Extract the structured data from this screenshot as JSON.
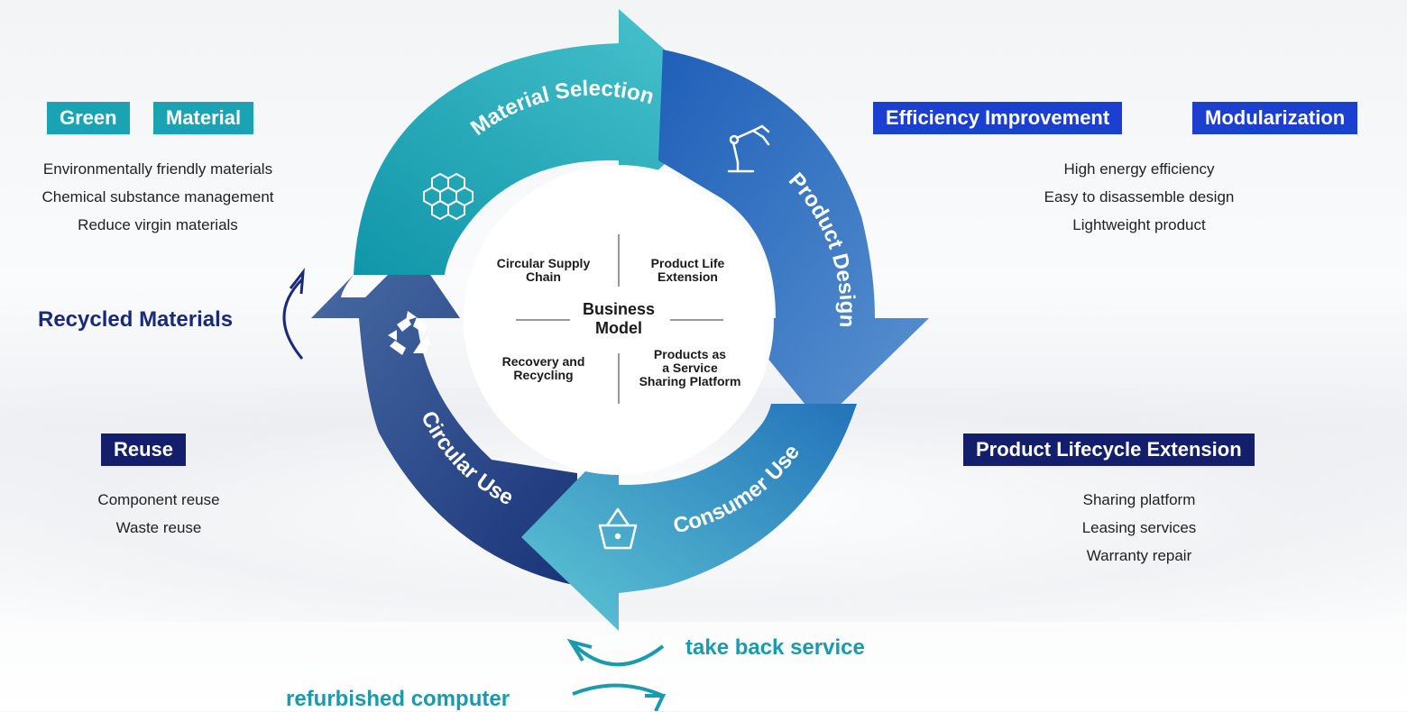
{
  "left_top": {
    "tags": [
      "Green",
      "Material"
    ],
    "items": [
      "Environmentally friendly materials",
      "Chemical substance management",
      "Reduce virgin materials"
    ]
  },
  "right_top": {
    "tags": [
      "Efficiency Improvement",
      "Modularization"
    ],
    "items": [
      "High energy efficiency",
      "Easy to disassemble design",
      "Lightweight product"
    ]
  },
  "left_bottom": {
    "tags": [
      "Reuse"
    ],
    "items": [
      "Component reuse",
      "Waste reuse"
    ]
  },
  "right_bottom": {
    "tags": [
      "Product Lifecycle Extension"
    ],
    "items": [
      "Sharing platform",
      "Leasing services",
      "Warranty repair"
    ]
  },
  "recycled_materials": "Recycled Materials",
  "take_back": "take back service",
  "refurbished": "refurbished computer",
  "cycle": {
    "stages": [
      "Material Selection",
      "Product Design",
      "Consumer Use",
      "Circular Use"
    ],
    "icons": [
      "hexagon-cells-icon",
      "robot-arm-icon",
      "shopping-basket-icon",
      "recycle-icon"
    ]
  },
  "center": {
    "title_line1": "Business",
    "title_line2": "Model",
    "top_left": [
      "Circular Supply",
      "Chain"
    ],
    "top_right": [
      "Product Life",
      "Extension"
    ],
    "bottom_left": [
      "Recovery and",
      "Recycling"
    ],
    "bottom_right": [
      "Products as",
      "a Service",
      "Sharing Platform"
    ]
  },
  "colors": {
    "teal": "#1aa3b3",
    "blue": "#1a3fd1",
    "navy": "#141f6b",
    "recycled_text": "#1a2a7a",
    "takeback_text": "#1a9aad"
  }
}
